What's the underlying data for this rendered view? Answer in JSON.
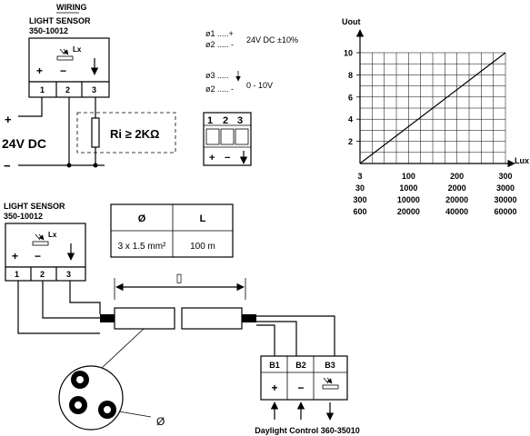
{
  "wiring_title": "WIRING",
  "sensor_top": {
    "title": "LIGHT SENSOR",
    "model": "350-10012",
    "lx": "Lx",
    "plus": "+",
    "minus": "−",
    "terminals": [
      "1",
      "2",
      "3"
    ]
  },
  "supply": {
    "plus": "+",
    "minus": "−",
    "voltage": "24V DC",
    "load": "Ri ≥ 2KΩ"
  },
  "pin_notes": {
    "p1": "ø1 .....+",
    "p2": "ø2 ..... -",
    "supply": "24V DC ±10%",
    "p3": "ø3 .....",
    "p2b": "ø2 ..... -",
    "signal": "0 - 10V"
  },
  "connector": {
    "pins": [
      "1",
      "2",
      "3"
    ],
    "plus": "+",
    "minus": "−"
  },
  "chart_data": {
    "type": "line",
    "ylabel": "Uout",
    "xlabel": "Lux",
    "ylim": [
      0,
      10
    ],
    "yticks": [
      "2",
      "4",
      "6",
      "8",
      "10"
    ],
    "x_scale_rows": [
      [
        "3",
        "100",
        "200",
        "300"
      ],
      [
        "30",
        "1000",
        "2000",
        "3000"
      ],
      [
        "300",
        "10000",
        "20000",
        "30000"
      ],
      [
        "600",
        "20000",
        "40000",
        "60000"
      ]
    ],
    "x": [
      3,
      300
    ],
    "y": [
      0,
      10
    ]
  },
  "cable_table": {
    "headers": [
      "Ø",
      "L"
    ],
    "values": [
      "3 x 1.5 mm²",
      "100 m"
    ]
  },
  "sensor_bottom": {
    "title": "LIGHT SENSOR",
    "model": "350-10012",
    "lx": "Lx",
    "plus": "+",
    "minus": "−",
    "terminals": [
      "1",
      "2",
      "3"
    ]
  },
  "length_symbol": "▯",
  "diameter_symbol": "Ø",
  "daylight": {
    "terminals": [
      "B1",
      "B2",
      "B3"
    ],
    "plus": "+",
    "minus": "−",
    "label": "Daylight Control 360-35010"
  }
}
